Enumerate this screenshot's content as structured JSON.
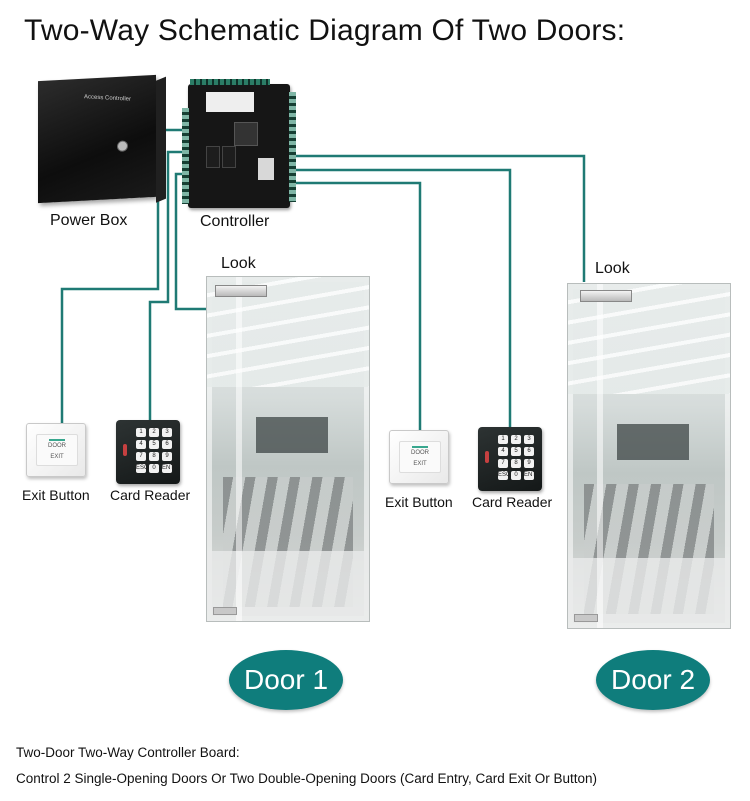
{
  "title": "Two-Way Schematic Diagram Of Two Doors:",
  "colors": {
    "wire": "#1f7a74",
    "badge": "#0f7d7c",
    "badge_text": "#ffffff",
    "text": "#111111"
  },
  "components": {
    "power_box": {
      "label": "Power Box",
      "device_text": "Access Controller"
    },
    "controller": {
      "label": "Controller"
    },
    "door1": {
      "lock_label": "Look",
      "exit_button": {
        "label": "Exit Button",
        "face_top": "DOOR",
        "face_bottom": "EXIT"
      },
      "card_reader": {
        "label": "Card Reader"
      },
      "badge": "Door 1"
    },
    "door2": {
      "lock_label": "Look",
      "exit_button": {
        "label": "Exit Button",
        "face_top": "DOOR",
        "face_bottom": "EXIT"
      },
      "card_reader": {
        "label": "Card Reader"
      },
      "badge": "Door 2"
    }
  },
  "keypad_keys": [
    "1",
    "2",
    "3",
    "4",
    "5",
    "6",
    "7",
    "8",
    "9",
    "ESC",
    "0",
    "ENT"
  ],
  "caption": {
    "line1": "Two-Door Two-Way Controller Board:",
    "line2": "Control 2 Single-Opening Doors Or Two Double-Opening Doors (Card Entry, Card Exit Or Button)"
  }
}
